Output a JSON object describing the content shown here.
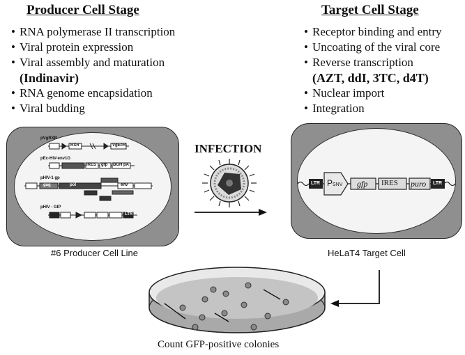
{
  "producer": {
    "title": "Producer Cell Stage",
    "bullets": [
      {
        "text": "RNA polymerase II transcription"
      },
      {
        "text": "Viral protein expression"
      },
      {
        "text": "Viral assembly and maturation",
        "drug": "(Indinavir)"
      },
      {
        "text": "RNA genome encapsidation"
      },
      {
        "text": "Viral budding"
      }
    ],
    "caption": "#6 Producer Cell Line",
    "constructs": [
      "pVgRXR",
      "pEc-HIV-env1G",
      "pHIV-1 gp",
      "pHIV - GIP"
    ],
    "construct_elements": [
      "RXR",
      "VgEcR",
      "IRES",
      "gfp",
      "BGH pA",
      "gag",
      "pol",
      "env",
      "LTR"
    ]
  },
  "target": {
    "title": "Target Cell Stage",
    "bullets": [
      {
        "text": "Receptor binding and entry"
      },
      {
        "text": "Uncoating of the viral core"
      },
      {
        "text": "Reverse transcription",
        "drug": "(AZT, ddI, 3TC, d4T)"
      },
      {
        "text": "Nuclear import"
      },
      {
        "text": "Integration"
      }
    ],
    "caption": "HeLaT4 Target Cell",
    "provirus": {
      "ltr_left": "LTR",
      "promoter": "P",
      "promoter_sub": "SNV",
      "gfp": "gfp",
      "ires": "IRES",
      "puro": "puro",
      "ltr_right": "LTR"
    }
  },
  "middle": {
    "infection_label": "INFECTION"
  },
  "dish": {
    "caption": "Count GFP-positive colonies"
  }
}
